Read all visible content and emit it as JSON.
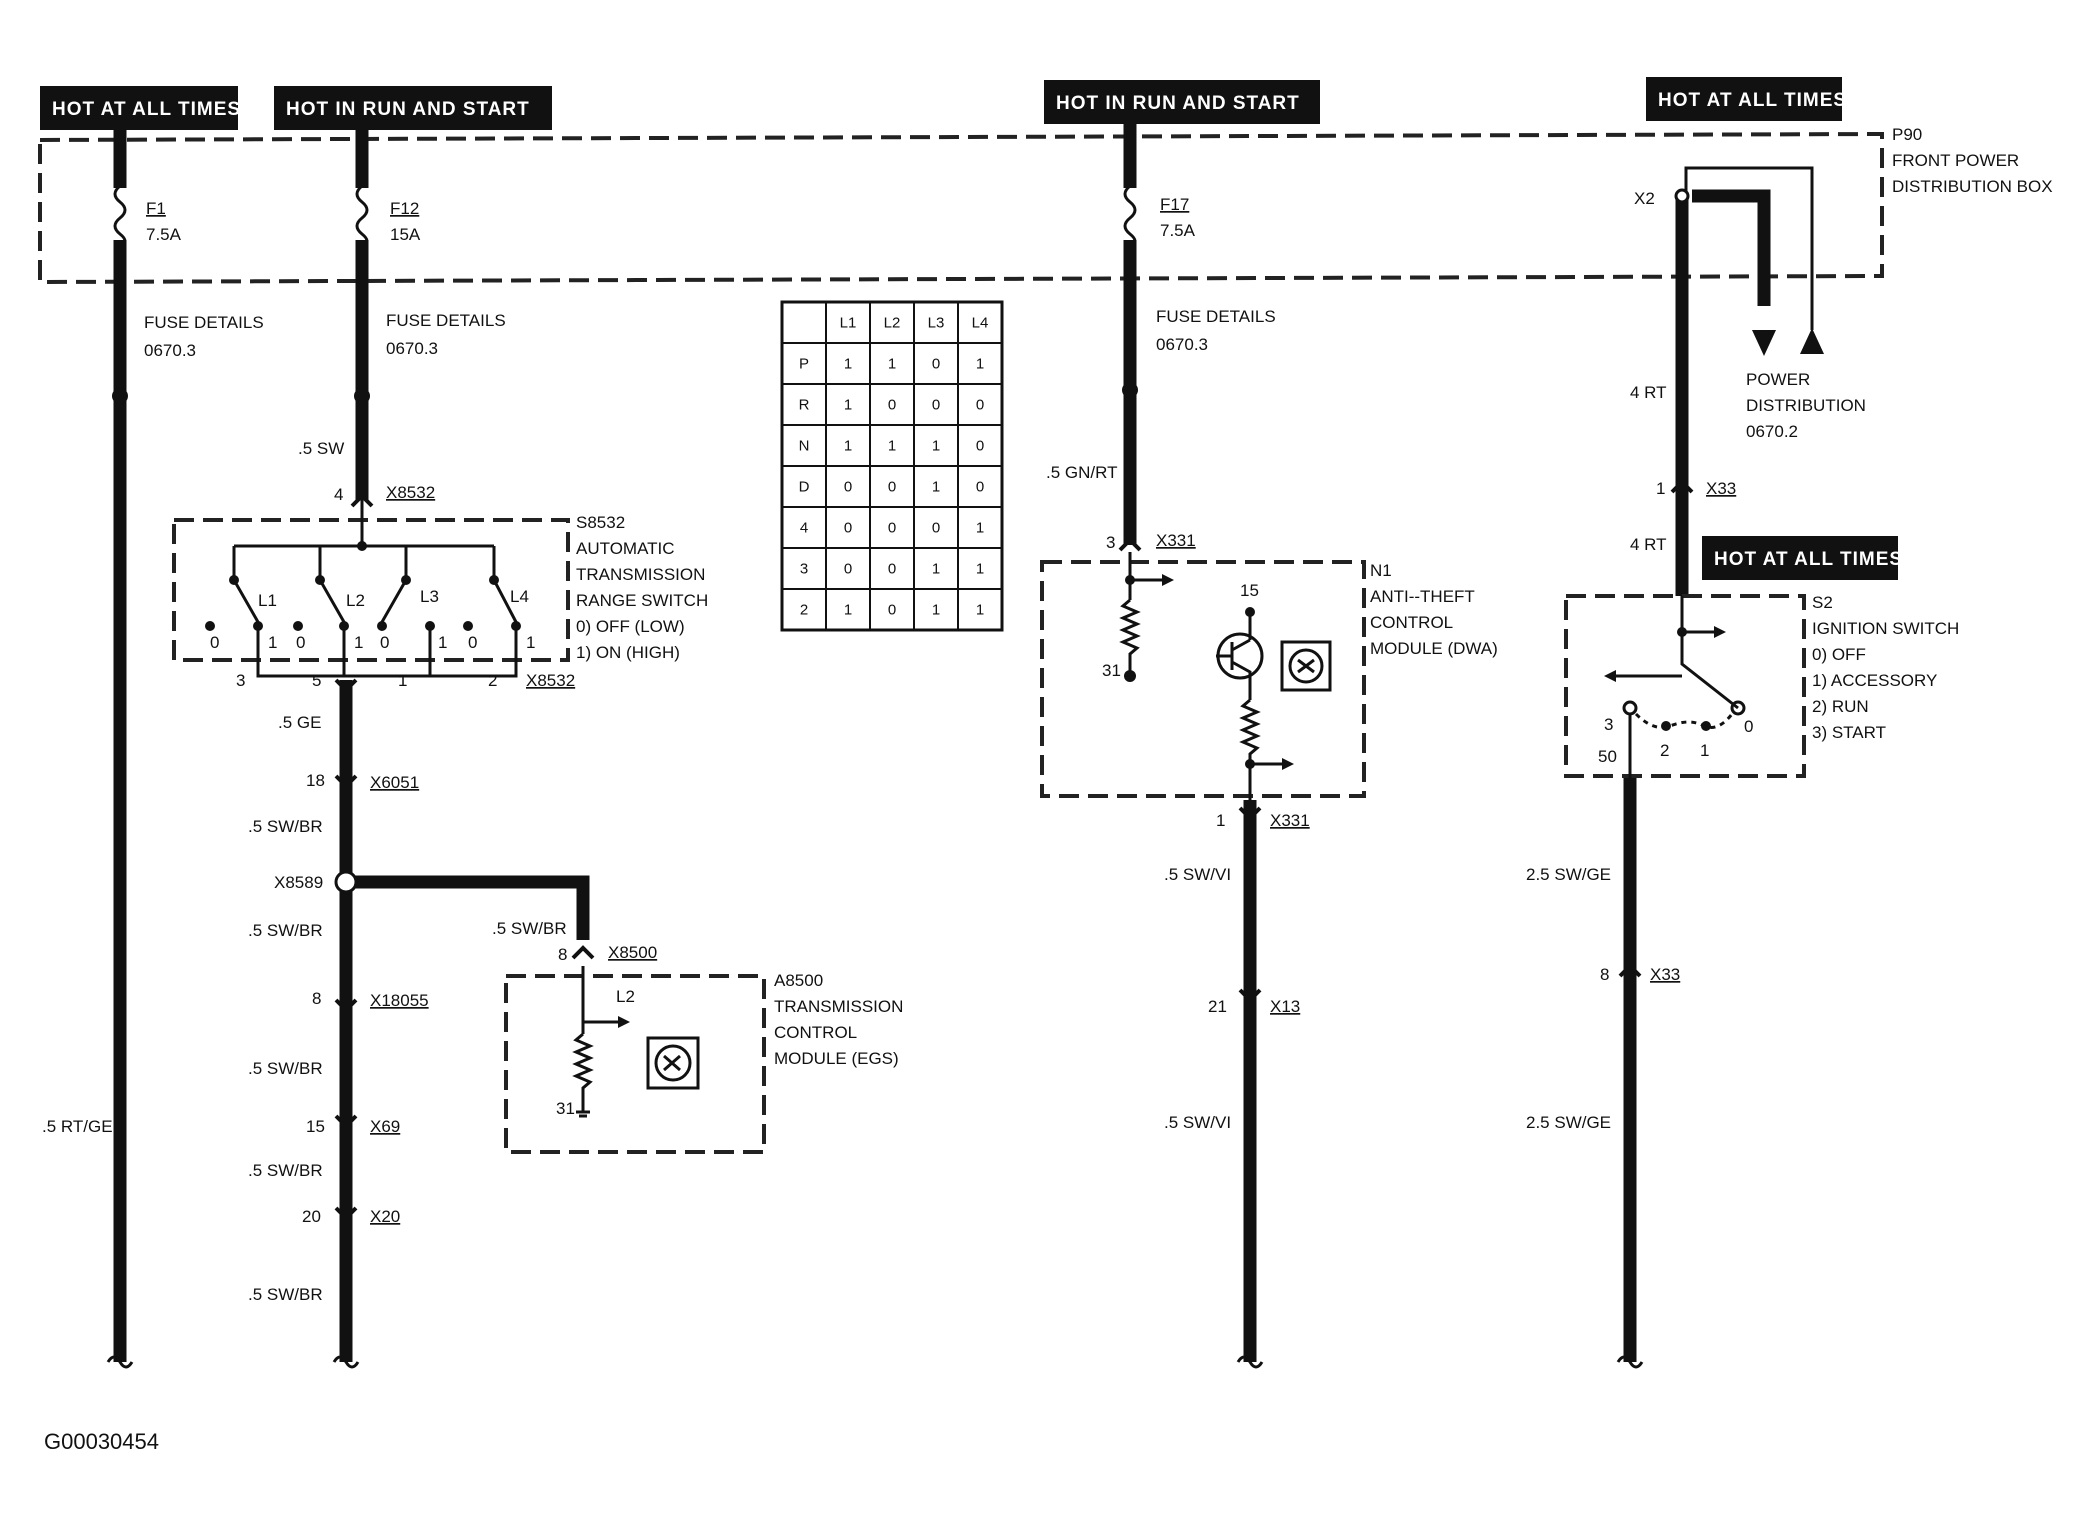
{
  "headers": {
    "h1": "HOT AT ALL TIMES",
    "h2": "HOT IN RUN AND START",
    "h3": "HOT IN RUN AND START",
    "h4": "HOT AT ALL TIMES",
    "h5": "HOT AT ALL TIMES"
  },
  "p90": {
    "id": "P90",
    "line1": "FRONT POWER",
    "line2": "DISTRIBUTION BOX"
  },
  "fuses": [
    {
      "name": "F1",
      "rating": "7.5A"
    },
    {
      "name": "F12",
      "rating": "15A"
    },
    {
      "name": "F17",
      "rating": "7.5A"
    }
  ],
  "fuse_details": {
    "label": "FUSE DETAILS",
    "ref": "0670.3"
  },
  "power_distribution": {
    "line1": "POWER",
    "line2": "DISTRIBUTION",
    "ref": "0670.2",
    "x2": "X2"
  },
  "wires": {
    "w_5sw": ".5 SW",
    "w_5ge": ".5 GE",
    "w_5swbr": ".5 SW/BR",
    "w_5rtge": ".5 RT/GE",
    "w_5gnrt": ".5 GN/RT",
    "w_5swvi": ".5 SW/VI",
    "w_4rt": "4 RT",
    "w_25swge": "2.5 SW/GE"
  },
  "connectors": {
    "x8532": "X8532",
    "x6051": "X6051",
    "x8589": "X8589",
    "x8500": "X8500",
    "x18055": "X18055",
    "x69": "X69",
    "x20": "X20",
    "x331": "X331",
    "x13": "X13",
    "x33": "X33"
  },
  "pins": {
    "p4": "4",
    "p3": "3",
    "p5": "5",
    "p1": "1",
    "p2": "2",
    "p18": "18",
    "p8": "8",
    "p15": "15",
    "p20": "20",
    "p21": "21",
    "p31": "31",
    "p50": "50",
    "p0": "0"
  },
  "s8532": {
    "id": "S8532",
    "line1": "AUTOMATIC",
    "line2": "TRANSMISSION",
    "line3": "RANGE SWITCH",
    "line4": "0)   OFF (LOW)",
    "line5": "1)   ON (HIGH)",
    "contacts": [
      "L1",
      "L2",
      "L3",
      "L4"
    ]
  },
  "a8500": {
    "id": "A8500",
    "line1": "TRANSMISSION",
    "line2": "CONTROL",
    "line3": "MODULE (EGS)",
    "l2": "L2"
  },
  "n1": {
    "id": "N1",
    "line1": "ANTI--THEFT",
    "line2": "CONTROL",
    "line3": "MODULE (DWA)"
  },
  "s2": {
    "id": "S2",
    "line1": "IGNITION SWITCH",
    "line2": "0)   OFF",
    "line3": "1)   ACCESSORY",
    "line4": "2)   RUN",
    "line5": "3)   START"
  },
  "truth_table": {
    "columns": [
      "L1",
      "L2",
      "L3",
      "L4"
    ],
    "rows": [
      {
        "pos": "P",
        "values": [
          "1",
          "1",
          "0",
          "1"
        ]
      },
      {
        "pos": "R",
        "values": [
          "1",
          "0",
          "0",
          "0"
        ]
      },
      {
        "pos": "N",
        "values": [
          "1",
          "1",
          "1",
          "0"
        ]
      },
      {
        "pos": "D",
        "values": [
          "0",
          "0",
          "1",
          "0"
        ]
      },
      {
        "pos": "4",
        "values": [
          "0",
          "0",
          "0",
          "1"
        ]
      },
      {
        "pos": "3",
        "values": [
          "0",
          "0",
          "1",
          "1"
        ]
      },
      {
        "pos": "2",
        "values": [
          "1",
          "0",
          "1",
          "1"
        ]
      }
    ]
  },
  "figure_ref": "G00030454"
}
